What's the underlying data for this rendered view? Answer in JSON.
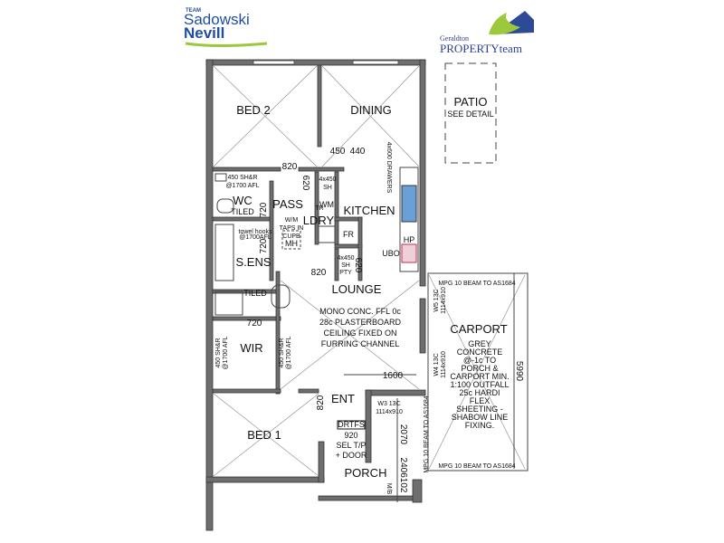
{
  "logos": {
    "left": {
      "team": "TEAM",
      "line1": "Sadowski",
      "line2": "Nevill",
      "color": "#1f4e9c",
      "accent": "#9cc83c"
    },
    "right": {
      "line1": "Geraldton",
      "line2": "PROPERTYteam",
      "color": "#2d3f8f",
      "accent": "#9cc83c"
    }
  },
  "rooms": {
    "bed2": "BED 2",
    "dining": "DINING",
    "patio": "PATIO",
    "patio_note": "SEE DETAIL",
    "wc": "WC",
    "wc_tiled": "TILED",
    "pass": "PASS",
    "ldry": "LDRY",
    "kitchen": "KITCHEN",
    "sens": "S.ENS",
    "sens_tiled": "TILED",
    "lounge": "LOUNGE",
    "carport": "CARPORT",
    "wir": "WIR",
    "ent": "ENT",
    "bed1": "BED 1",
    "porch": "PORCH"
  },
  "notes": {
    "floor": [
      "MONO CONC. FFL  0c",
      "28c PLASTERBOARD",
      "CEILING FIXED ON",
      "FURRING CHANNEL"
    ],
    "carport": [
      "GREY",
      "CONCRETE",
      "@-1c TO",
      "PORCH &",
      "CARPORT MIN.",
      "1:100 OUTFALL",
      "25c HARDI",
      "FLEX",
      "SHEETING -",
      "SHABOW LINE",
      "FIXING."
    ],
    "shelf_wc": [
      "450 SH&R",
      "@1700 AFL"
    ],
    "wir_left": [
      "450 SH&R",
      "@1700 AFL"
    ],
    "wir_right": [
      "450 SH&R",
      "@1700 AFL"
    ],
    "towel": [
      "towel hooks",
      "@1700AFL"
    ],
    "wm_taps": [
      "W/M",
      "TAPS IN",
      "CUPB"
    ],
    "mh": "MH",
    "wm": "WM",
    "tr": "TR",
    "fr": "FR",
    "hp": "HP",
    "ubo": "UBO",
    "drawers": "4x600 DRAWERS",
    "sh_pass": [
      "4x450",
      "SH"
    ],
    "sh_pty": [
      "4x450",
      "SH",
      "PTY"
    ],
    "door_ent": [
      "DRTFS",
      "920",
      "SEL T/P",
      "+ DOOR"
    ],
    "mb": "M/B",
    "beam_top": "MPG 10 BEAM TO AS1684",
    "beam_bottom": "MPG 10 BEAM TO AS1684",
    "beam_vertical": "MPG 10 BEAM TO AS1684",
    "w5": "W5  13C",
    "w5_size": "1114x910",
    "w4": "W4  13C",
    "w4_size": "1114x910",
    "w3": "W3   13C",
    "w3_size": "1114x910"
  },
  "dimensions": {
    "d450": "450",
    "d440": "440",
    "d820_bed2": "820",
    "d620_pass": "620",
    "d720_wc": "720",
    "d720_sens": "720",
    "d820_pty": "820",
    "d620_pty": "620",
    "d720_wir": "720",
    "d1600": "1600",
    "d820_ent": "820",
    "d2070": "2070",
    "d2406102": "2406102",
    "d5990": "5990"
  }
}
